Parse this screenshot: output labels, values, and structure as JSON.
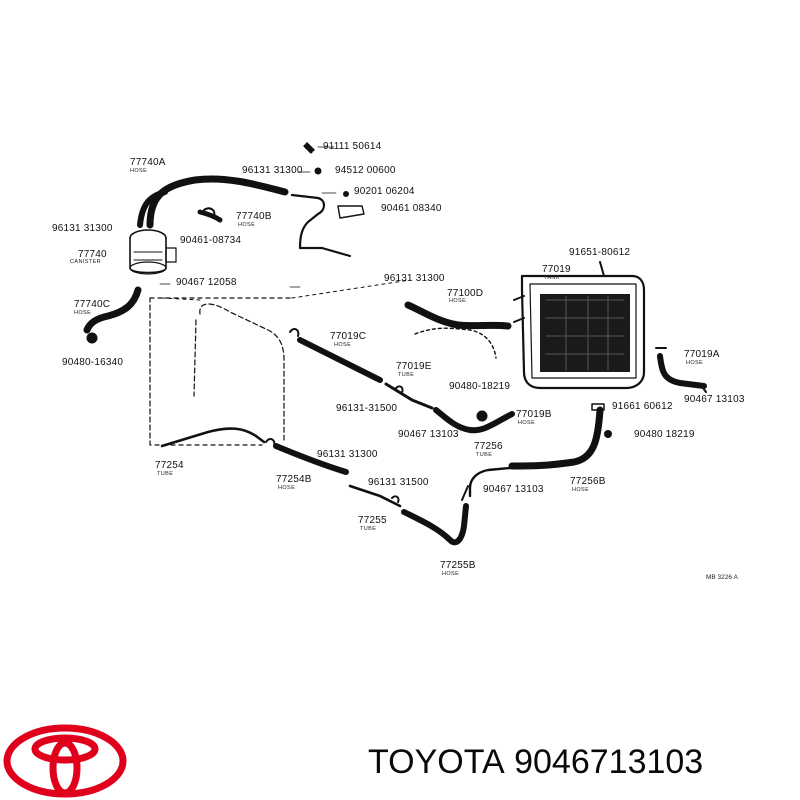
{
  "diagram": {
    "labels": [
      {
        "text": "91111 50614"
      },
      {
        "text": "77740A",
        "sub": "HOSE"
      },
      {
        "text": "96131 31300"
      },
      {
        "text": "94512 00600"
      },
      {
        "text": "90201 06204"
      },
      {
        "text": "90461 08340"
      },
      {
        "text": "77740B",
        "sub": "HOSE"
      },
      {
        "text": "96131 31300"
      },
      {
        "text": "90461-08734"
      },
      {
        "text": "77740",
        "sub": "CANISTER"
      },
      {
        "text": "91651-80612"
      },
      {
        "text": "77019",
        "sub": "TANK"
      },
      {
        "text": "90467 12058"
      },
      {
        "text": "96131 31300"
      },
      {
        "text": "77100D",
        "sub": "HOSE"
      },
      {
        "text": "77740C",
        "sub": "HOSE"
      },
      {
        "text": "77019C",
        "sub": "HOSE"
      },
      {
        "text": "77019A",
        "sub": "HOSE"
      },
      {
        "text": "90480-16340"
      },
      {
        "text": "77019E",
        "sub": "TUBE"
      },
      {
        "text": "90480-18219"
      },
      {
        "text": "90467 13103"
      },
      {
        "text": "96131-31500"
      },
      {
        "text": "77019B",
        "sub": "HOSE"
      },
      {
        "text": "91661 60612"
      },
      {
        "text": "90467 13103"
      },
      {
        "text": "77256",
        "sub": "TUBE"
      },
      {
        "text": "90480 18219"
      },
      {
        "text": "77254",
        "sub": "TUBE"
      },
      {
        "text": "96131 31300"
      },
      {
        "text": "77254B",
        "sub": "HOSE"
      },
      {
        "text": "96131 31500"
      },
      {
        "text": "90467 13103"
      },
      {
        "text": "77256B",
        "sub": "HOSE"
      },
      {
        "text": "77255",
        "sub": "TUBE"
      },
      {
        "text": "77255B",
        "sub": "HOSE"
      }
    ],
    "reference": "MB 3226 A"
  },
  "footer": {
    "brand": "TOYOTA",
    "part_number": "9046713103",
    "logo_color": "#e0001b"
  }
}
